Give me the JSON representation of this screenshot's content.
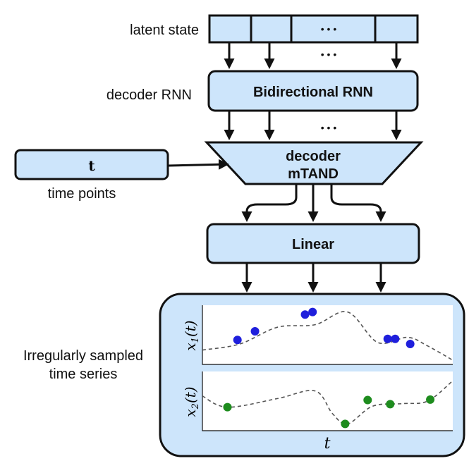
{
  "labels": {
    "latent_state": "latent state",
    "decoder_rnn": "decoder RNN",
    "time_points": "time points",
    "irregular_line1": "Irregularly sampled",
    "irregular_line2": "time series"
  },
  "blocks": {
    "bidirectional_rnn": "Bidirectional RNN",
    "decoder_mtand_line1": "decoder",
    "decoder_mtand_line2": "mTAND",
    "linear": "Linear",
    "time_input": "t"
  },
  "ellipsis": "• • •",
  "plots": {
    "x_label": "t",
    "series": [
      {
        "name": "x1(t)",
        "color": "#1f1fdc",
        "curve": [
          [
            0,
            0.8
          ],
          [
            0.15,
            0.68
          ],
          [
            0.3,
            0.35
          ],
          [
            0.45,
            0.3
          ],
          [
            0.58,
            0.05
          ],
          [
            0.7,
            0.65
          ],
          [
            0.82,
            0.55
          ],
          [
            0.9,
            0.72
          ],
          [
            1.0,
            1.0
          ]
        ],
        "points": [
          [
            0.14,
            0.6
          ],
          [
            0.21,
            0.43
          ],
          [
            0.41,
            0.1
          ],
          [
            0.44,
            0.05
          ],
          [
            0.74,
            0.58
          ],
          [
            0.77,
            0.58
          ],
          [
            0.83,
            0.68
          ]
        ]
      },
      {
        "name": "x2(t)",
        "color": "#1e8c1e",
        "curve": [
          [
            0,
            0.4
          ],
          [
            0.1,
            0.62
          ],
          [
            0.3,
            0.45
          ],
          [
            0.45,
            0.3
          ],
          [
            0.52,
            0.75
          ],
          [
            0.58,
            0.95
          ],
          [
            0.68,
            0.6
          ],
          [
            0.8,
            0.55
          ],
          [
            0.9,
            0.5
          ],
          [
            1.0,
            0.1
          ]
        ],
        "points": [
          [
            0.1,
            0.62
          ],
          [
            0.57,
            0.95
          ],
          [
            0.66,
            0.48
          ],
          [
            0.75,
            0.56
          ],
          [
            0.91,
            0.47
          ]
        ]
      }
    ]
  }
}
